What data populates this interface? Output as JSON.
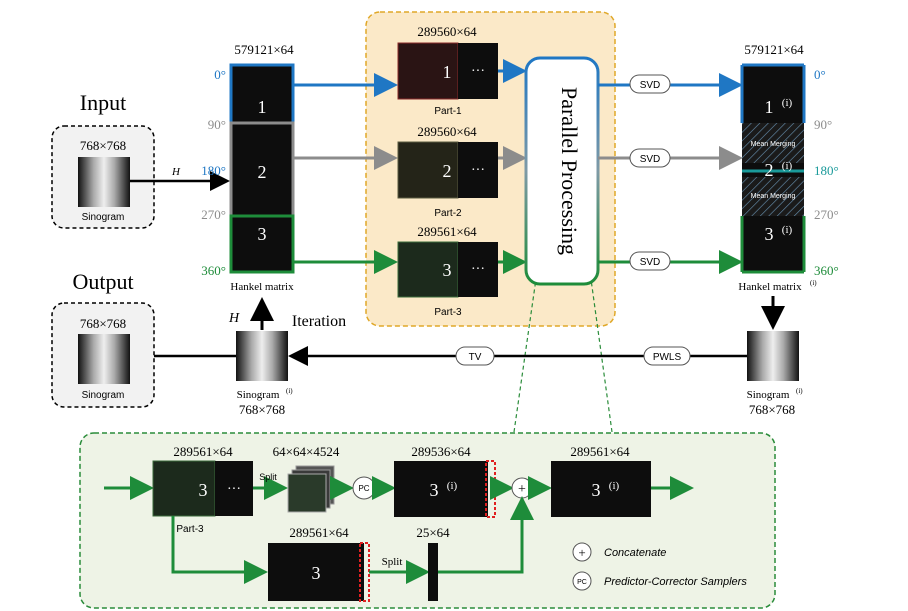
{
  "colors": {
    "blue": "#1f77c4",
    "gray": "#8c8c8c",
    "green": "#1e8c3a",
    "orange_box": "#fbe9c8",
    "orange_border": "#e0a829",
    "green_box": "#eef3e6",
    "green_border": "#2a8c3a"
  },
  "input": {
    "title": "Input",
    "size": "768×768",
    "caption": "Sinogram",
    "operator": "H"
  },
  "output": {
    "title": "Output",
    "size": "768×768",
    "caption": "Sinogram"
  },
  "hankel_left": {
    "size": "579121×64",
    "parts": [
      "1",
      "2",
      "3"
    ],
    "angles": [
      "0°",
      "90°",
      "180°",
      "270°",
      "360°"
    ],
    "caption": "Hankel matrix"
  },
  "parallel": {
    "label": "Parallel Processing",
    "parts": [
      {
        "size": "289560×64",
        "num": "1",
        "dots": "···",
        "caption": "Part-1"
      },
      {
        "size": "289560×64",
        "num": "2",
        "dots": "···",
        "caption": "Part-2"
      },
      {
        "size": "289561×64",
        "num": "3",
        "dots": "···",
        "caption": "Part-3"
      }
    ]
  },
  "svd": [
    "SVD",
    "SVD",
    "SVD"
  ],
  "hankel_right": {
    "size": "579121×64",
    "parts": [
      "1",
      "2",
      "3"
    ],
    "sup": "(i)",
    "merge": "Mean Merging",
    "angles": [
      "0°",
      "90°",
      "180°",
      "270°",
      "360°"
    ],
    "caption": "Hankel matrix",
    "caption_sup": "(i)"
  },
  "recon": {
    "sino_i_caption": "Sinogram",
    "sino_i_sup": "(i)",
    "sino_i_size": "768×768",
    "pwls": "PWLS",
    "tv": "TV",
    "mid_caption": "Sinogram",
    "mid_sup": "(i)",
    "mid_size": "768×768",
    "operator": "H",
    "iteration": "Iteration"
  },
  "detail": {
    "in_size": "289561×64",
    "in_num": "3",
    "in_dots": "···",
    "in_caption": "Part-3",
    "split1": "Split",
    "patch_size": "64×64×4524",
    "pc": "PC",
    "mid_size": "289536×64",
    "mid_num": "3",
    "mid_sup": "(i)",
    "plus": "+",
    "out_size": "289561×64",
    "out_num": "3",
    "out_sup": "(i)",
    "low_size": "289561×64",
    "low_num": "3",
    "split2": "Split",
    "slice_size": "25×64",
    "legend": [
      {
        "symbol": "+",
        "text": "Concatenate"
      },
      {
        "symbol": "PC",
        "text": "Predictor-Corrector Samplers"
      }
    ]
  }
}
